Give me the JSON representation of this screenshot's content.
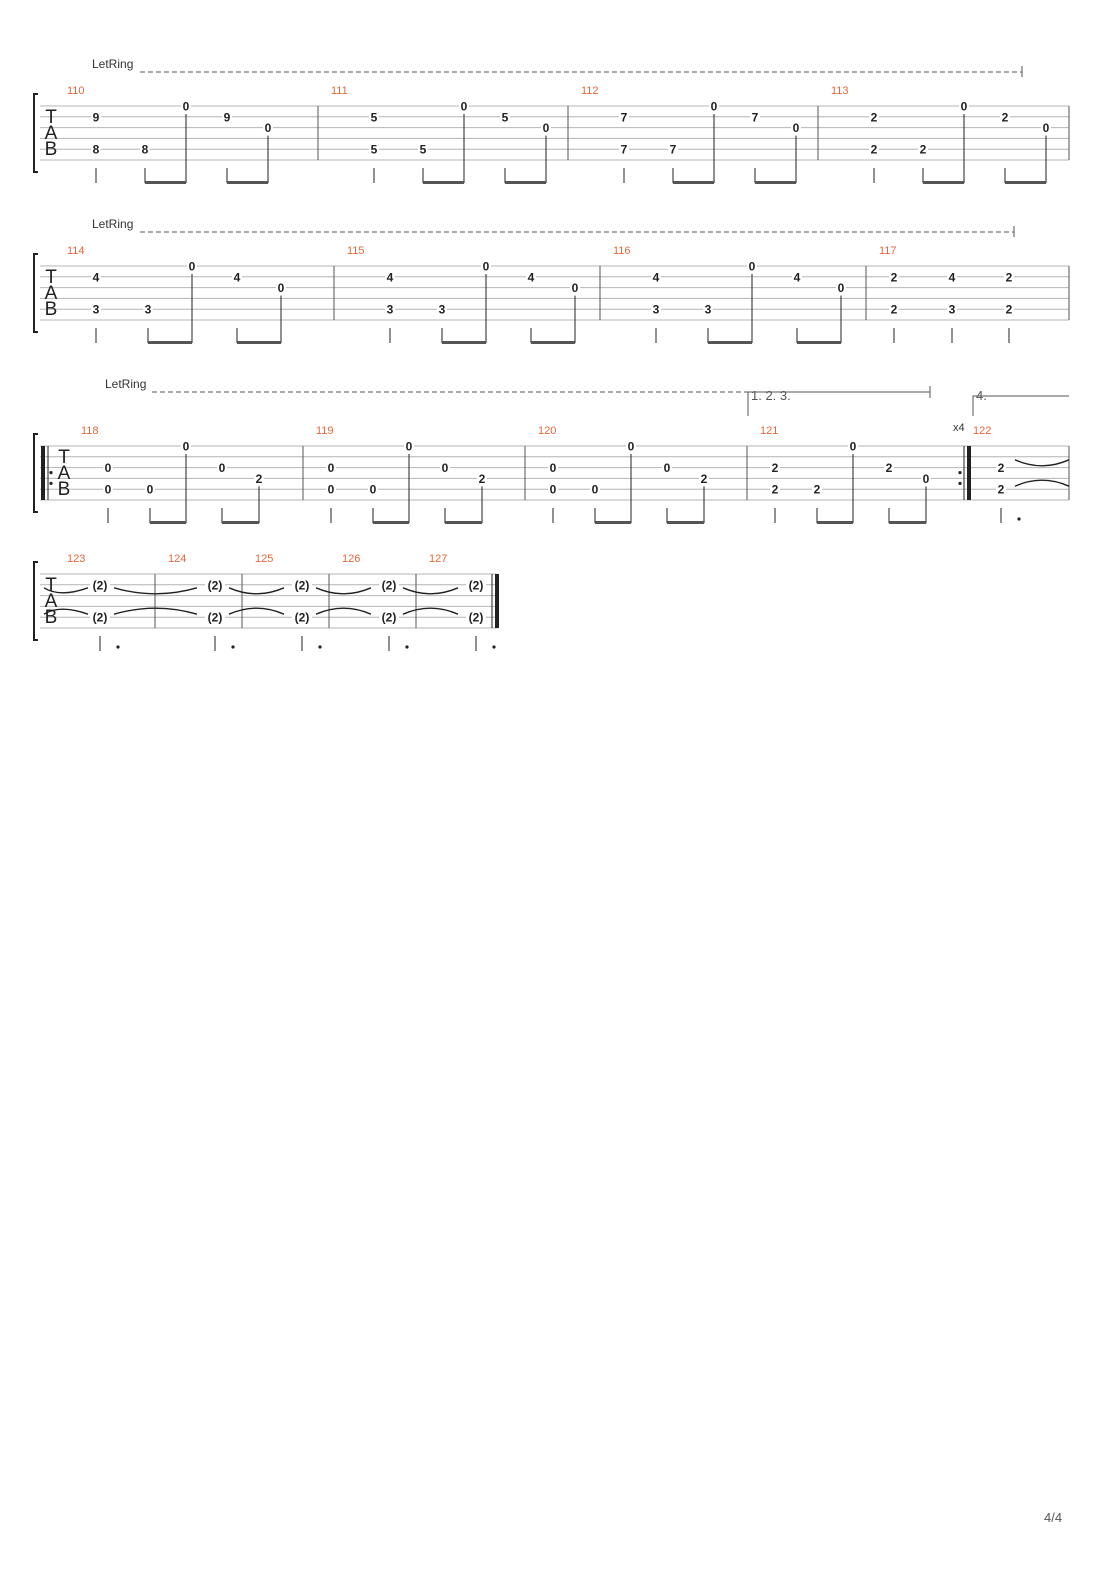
{
  "score": {
    "page_number": "4/4",
    "let_ring_label": "LetRing",
    "tab_clef_letters": [
      "T",
      "A",
      "B"
    ],
    "colors": {
      "measure_number": "#e8663b",
      "staff_line": "#b4b4b4",
      "ink": "#222222"
    },
    "systems": [
      {
        "id": "system-1",
        "let_ring": true,
        "measures": [
          {
            "number": "110",
            "frets": [
              {
                "beat": 0,
                "string": 2,
                "fret": "9"
              },
              {
                "beat": 0,
                "string": 5,
                "fret": "8"
              },
              {
                "beat": 1,
                "string": 5,
                "fret": "8"
              },
              {
                "beat": 2,
                "string": 1,
                "fret": "0"
              },
              {
                "beat": 3,
                "string": 2,
                "fret": "9"
              },
              {
                "beat": 4,
                "string": 3,
                "fret": "0"
              }
            ]
          },
          {
            "number": "111",
            "frets": [
              {
                "beat": 0,
                "string": 2,
                "fret": "5"
              },
              {
                "beat": 0,
                "string": 5,
                "fret": "5"
              },
              {
                "beat": 1,
                "string": 5,
                "fret": "5"
              },
              {
                "beat": 2,
                "string": 1,
                "fret": "0"
              },
              {
                "beat": 3,
                "string": 2,
                "fret": "5"
              },
              {
                "beat": 4,
                "string": 3,
                "fret": "0"
              }
            ]
          },
          {
            "number": "112",
            "frets": [
              {
                "beat": 0,
                "string": 2,
                "fret": "7"
              },
              {
                "beat": 0,
                "string": 5,
                "fret": "7"
              },
              {
                "beat": 1,
                "string": 5,
                "fret": "7"
              },
              {
                "beat": 2,
                "string": 1,
                "fret": "0"
              },
              {
                "beat": 3,
                "string": 2,
                "fret": "7"
              },
              {
                "beat": 4,
                "string": 3,
                "fret": "0"
              }
            ]
          },
          {
            "number": "113",
            "frets": [
              {
                "beat": 0,
                "string": 2,
                "fret": "2"
              },
              {
                "beat": 0,
                "string": 5,
                "fret": "2"
              },
              {
                "beat": 1,
                "string": 5,
                "fret": "2"
              },
              {
                "beat": 2,
                "string": 1,
                "fret": "0"
              },
              {
                "beat": 3,
                "string": 2,
                "fret": "2"
              },
              {
                "beat": 4,
                "string": 3,
                "fret": "0"
              }
            ]
          }
        ]
      },
      {
        "id": "system-2",
        "let_ring": true,
        "measures": [
          {
            "number": "114",
            "frets": [
              {
                "beat": 0,
                "string": 2,
                "fret": "4"
              },
              {
                "beat": 0,
                "string": 5,
                "fret": "3"
              },
              {
                "beat": 1,
                "string": 5,
                "fret": "3"
              },
              {
                "beat": 2,
                "string": 1,
                "fret": "0"
              },
              {
                "beat": 3,
                "string": 2,
                "fret": "4"
              },
              {
                "beat": 4,
                "string": 3,
                "fret": "0"
              }
            ]
          },
          {
            "number": "115",
            "frets": [
              {
                "beat": 0,
                "string": 2,
                "fret": "4"
              },
              {
                "beat": 0,
                "string": 5,
                "fret": "3"
              },
              {
                "beat": 1,
                "string": 5,
                "fret": "3"
              },
              {
                "beat": 2,
                "string": 1,
                "fret": "0"
              },
              {
                "beat": 3,
                "string": 2,
                "fret": "4"
              },
              {
                "beat": 4,
                "string": 3,
                "fret": "0"
              }
            ]
          },
          {
            "number": "116",
            "frets": [
              {
                "beat": 0,
                "string": 2,
                "fret": "4"
              },
              {
                "beat": 0,
                "string": 5,
                "fret": "3"
              },
              {
                "beat": 1,
                "string": 5,
                "fret": "3"
              },
              {
                "beat": 2,
                "string": 1,
                "fret": "0"
              },
              {
                "beat": 3,
                "string": 2,
                "fret": "4"
              },
              {
                "beat": 4,
                "string": 3,
                "fret": "0"
              }
            ]
          },
          {
            "number": "117",
            "frets": [
              {
                "beat": 0,
                "string": 2,
                "fret": "2"
              },
              {
                "beat": 0,
                "string": 5,
                "fret": "2"
              },
              {
                "beat": 1,
                "string": 2,
                "fret": "4"
              },
              {
                "beat": 1,
                "string": 5,
                "fret": "3"
              },
              {
                "beat": 2,
                "string": 2,
                "fret": "2"
              },
              {
                "beat": 2,
                "string": 5,
                "fret": "2"
              }
            ]
          }
        ]
      },
      {
        "id": "system-3",
        "let_ring": true,
        "repeat_start": true,
        "volta_first": "1. 2. 3.",
        "volta_second": "4.",
        "repeat_count": "x4",
        "measures": [
          {
            "number": "118",
            "frets": [
              {
                "beat": 0,
                "string": 3,
                "fret": "0"
              },
              {
                "beat": 0,
                "string": 5,
                "fret": "0"
              },
              {
                "beat": 1,
                "string": 5,
                "fret": "0"
              },
              {
                "beat": 2,
                "string": 1,
                "fret": "0"
              },
              {
                "beat": 3,
                "string": 3,
                "fret": "0"
              },
              {
                "beat": 4,
                "string": 4,
                "fret": "2"
              }
            ]
          },
          {
            "number": "119",
            "frets": [
              {
                "beat": 0,
                "string": 3,
                "fret": "0"
              },
              {
                "beat": 0,
                "string": 5,
                "fret": "0"
              },
              {
                "beat": 1,
                "string": 5,
                "fret": "0"
              },
              {
                "beat": 2,
                "string": 1,
                "fret": "0"
              },
              {
                "beat": 3,
                "string": 3,
                "fret": "0"
              },
              {
                "beat": 4,
                "string": 4,
                "fret": "2"
              }
            ]
          },
          {
            "number": "120",
            "frets": [
              {
                "beat": 0,
                "string": 3,
                "fret": "0"
              },
              {
                "beat": 0,
                "string": 5,
                "fret": "0"
              },
              {
                "beat": 1,
                "string": 5,
                "fret": "0"
              },
              {
                "beat": 2,
                "string": 1,
                "fret": "0"
              },
              {
                "beat": 3,
                "string": 3,
                "fret": "0"
              },
              {
                "beat": 4,
                "string": 4,
                "fret": "2"
              }
            ]
          },
          {
            "number": "121",
            "frets": [
              {
                "beat": 0,
                "string": 3,
                "fret": "2"
              },
              {
                "beat": 0,
                "string": 5,
                "fret": "2"
              },
              {
                "beat": 1,
                "string": 5,
                "fret": "2"
              },
              {
                "beat": 2,
                "string": 1,
                "fret": "0"
              },
              {
                "beat": 3,
                "string": 3,
                "fret": "2"
              },
              {
                "beat": 4,
                "string": 4,
                "fret": "0"
              }
            ]
          },
          {
            "number": "122",
            "frets": [
              {
                "beat": 0,
                "string": 3,
                "fret": "2"
              },
              {
                "beat": 0,
                "string": 5,
                "fret": "2"
              }
            ]
          }
        ]
      },
      {
        "id": "system-4",
        "let_ring": false,
        "measures": [
          {
            "number": "123",
            "frets": [
              {
                "beat": 0,
                "string": 2,
                "fret": "(2)"
              },
              {
                "beat": 0,
                "string": 5,
                "fret": "(2)"
              }
            ]
          },
          {
            "number": "124",
            "frets": [
              {
                "beat": 0,
                "string": 2,
                "fret": "(2)"
              },
              {
                "beat": 0,
                "string": 5,
                "fret": "(2)"
              }
            ]
          },
          {
            "number": "125",
            "frets": [
              {
                "beat": 0,
                "string": 2,
                "fret": "(2)"
              },
              {
                "beat": 0,
                "string": 5,
                "fret": "(2)"
              }
            ]
          },
          {
            "number": "126",
            "frets": [
              {
                "beat": 0,
                "string": 2,
                "fret": "(2)"
              },
              {
                "beat": 0,
                "string": 5,
                "fret": "(2)"
              }
            ]
          },
          {
            "number": "127",
            "frets": [
              {
                "beat": 0,
                "string": 2,
                "fret": "(2)"
              },
              {
                "beat": 0,
                "string": 5,
                "fret": "(2)"
              }
            ]
          }
        ]
      }
    ]
  }
}
